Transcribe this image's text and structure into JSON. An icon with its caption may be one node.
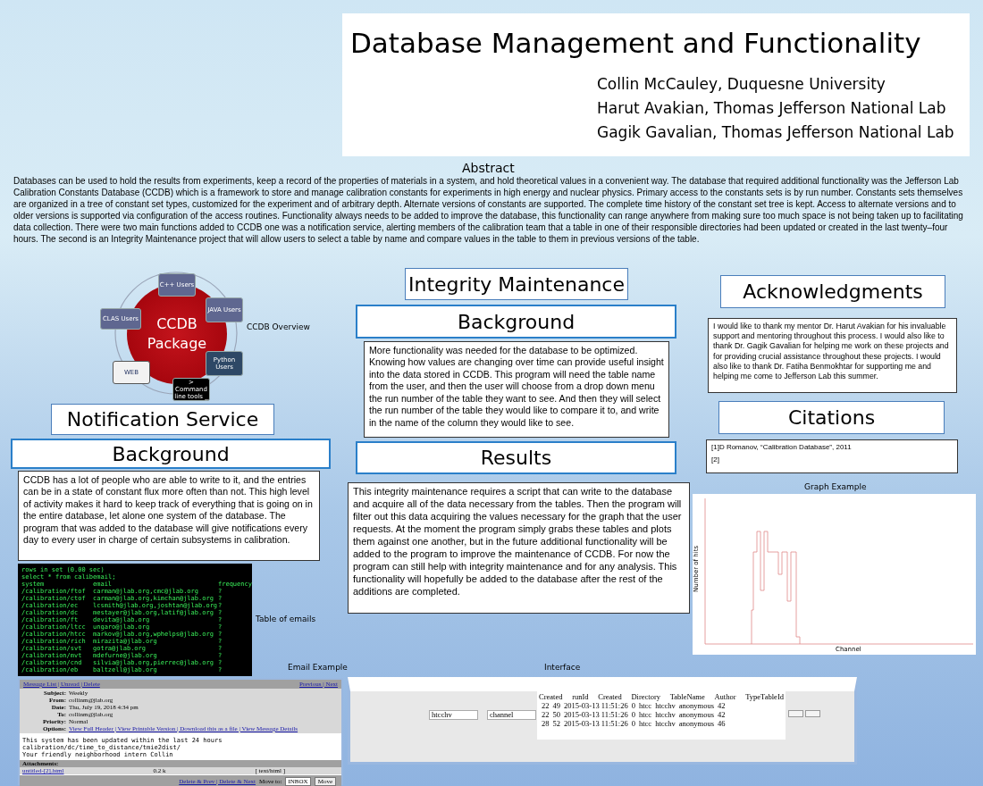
{
  "diagram": {
    "title": "Database Management and Functionality",
    "nodes": [
      {
        "text": [
          "C++ Users"
        ]
      },
      {
        "text": [
          "CLAS Users"
        ]
      },
      {
        "text": [
          "CCDB Package"
        ]
      },
      {
        "text": [
          "JAVA Users"
        ]
      },
      {
        "text": [
          "Python Users"
        ]
      },
      {
        "text": [
          "WEB"
        ]
      },
      {
        "text": [
          "> Command line tools _"
        ]
      },
      {
        "text": [
          "Notification Service"
        ]
      },
      {
        "text": [
          "Background"
        ]
      },
      {
        "text": [
          "CCDB has a lot of people who are able to write to it, and the entries can be in a state of constant flux more often than not. This high level of activity makes it hard to keep track of everything that is going on in the entire database, let alone one system of the database. The program that was added to the database will give notifications every day to every user in charge of certain subsystems in calibration."
        ]
      },
      {
        "text": [
          "Integrity Maintenance"
        ]
      },
      {
        "text": [
          "Background"
        ]
      },
      {
        "text": [
          "More functionality was needed for the database to be optimized. Knowing how values are changing over time can provide useful insight into the data stored in CCDB. This program will need the table name from the user, and then the user will choose from a drop down menu the run number of the table they want to see. And then they will select the run number of the table they would like to compare it to, and write in the name of the column they would like to see."
        ]
      },
      {
        "text": [
          "Results"
        ]
      },
      {
        "text": [
          "This integrity maintenance requires a script that can write to the database and acquire all of the data necessary from the tables. Then the program will filter out this data acquiring the values necessary for the graph that the user requests. At the moment the program simply grabs these tables and plots them against one another, but in the future additional functionality will be added to the program to improve the maintenance of CCDB. For now the program can still help with integrity maintenance and for any analysis. This functionality will hopefully be added to the database after the rest of the additions are completed."
        ]
      },
      {
        "text": [
          "Acknowledgments"
        ]
      },
      {
        "text": [
          "I would like to thank my mentor Dr. Harut Avakian for his invaluable support and mentoring throughout this process. I would also like to thank Dr. Gagik Gavalian for helping me work on these projects and for providing crucial assistance throughout these projects. I would also like to thank Dr. Fatiha Benmokhtar for supporting me and helping me come to Jefferson Lab this summer."
        ]
      },
      {
        "text": [
          "Citations"
        ]
      },
      {
        "text": [
          "[1]D Romanov, “Calibration Database”, 2011",
          "[2]"
        ]
      }
    ],
    "edges": [],
    "labels": [
      "Collin McCauley, Duquesne University",
      "Harut Avakian, Thomas Jefferson National Lab",
      "Gagik Gavalian, Thomas Jefferson National Lab",
      "Abstract",
      "Databases can be used to hold the results from experiments, keep a record of the properties of materials in a system, and hold theoretical values in a convenient way. The database that required additional functionality was the Jefferson Lab Calibration Constants Database (CCDB) which is a framework to store and manage calibration constants for experiments in high energy and nuclear physics. Primary access to the constants sets is by run number. Constants sets themselves are organized in a tree of constant set types, customized for the experiment and of arbitrary depth. Alternate versions of constants are supported. The complete time history of the constant set tree is kept. Access to alternate versions and to older versions is supported via configuration of the access routines. Functionality always needs to be added to improve the database, this functionality can range anywhere from making sure too much space is not being taken up to facilitating data collection. There were two main functions added to CCDB one was a notification service, alerting members of the calibration team that a table in one of their responsible directories had been updated or created in the last twenty–four hours. The second is an Integrity Maintenance project that will allow users to select a table by name and compare values in the table to them in previous versions of the table.",
      "CCDB Overview",
      "rows in set (0.00 sec)",
      "select * from calibemail;",
      "system",
      "email",
      "frequency",
      "/calibration/ftof",
      "carman@jlab.org,cmc@jlab.org",
      "?",
      "/calibration/ctof",
      "carman@jlab.org,kimchan@jlab.org",
      "?",
      "/calibration/ec",
      "lcsmith@jlab.org,joshtan@jlab.org",
      "?",
      "/calibration/dc",
      "mestayer@jlab.org,latif@jlab.org",
      "?",
      "/calibration/ft",
      "devita@jlab.org",
      "?",
      "/calibration/ltcc",
      "ungaro@jlab.org",
      "?",
      "/calibration/htcc",
      "markov@jlab.org,wphelps@jlab.org",
      "?",
      "/calibration/rich",
      "mirazita@jlab.org",
      "?",
      "/calibration/svt",
      "gotra@jlab.org",
      "?",
      "/calibration/mvt",
      "mdefurne@jlab.org",
      "?",
      "/calibration/cnd",
      "silvia@jlab.org,pierrec@jlab.org",
      "?",
      "/calibration/eb",
      "baltzell@jlab.org",
      "?",
      "Table of emails",
      "Message List | Unread | Delete",
      "Previous | Next",
      "Subject:",
      "Weekly",
      "From:",
      "collinm@jlab.org",
      "Date:",
      "Thu, July 19, 2018 4:34 pm",
      "To:",
      "collinm@jlab.org",
      "Priority:",
      "Normal",
      "Options:",
      "View Full Header | View Printable Version | Download this as a file | View Message Details",
      "This system has been updated within the last 24 hours",
      "calibration/dc/time_to_distance/tmie2dist/",
      "Your friendly neighborhood intern Collin",
      "Attachments:",
      "untitled-[2].html",
      "0.2 k",
      "[ text/html ]",
      "Delete & Prev | Delete & Next",
      "Move to:",
      "INBOX",
      "Move",
      "Email Example",
      "Interface",
      "htcchv",
      "channel",
      "Created",
      "runId",
      "Created",
      "Directory",
      "TableName",
      "Author",
      "TypeTableId",
      "22",
      "49",
      "2015-03-13 11:51:26",
      "0",
      "htcc",
      "htcchv",
      "anonymous",
      "42",
      "22",
      "50",
      "2015-03-13 11:51:26",
      "0",
      "htcc",
      "htcchv",
      "anonymous",
      "42",
      "28",
      "52",
      "2015-03-13 11:51:26",
      "0",
      "htcc",
      "htcchv",
      "anonymous",
      "46",
      "Graph Example",
      "Number of hits",
      "Channel"
    ]
  }
}
